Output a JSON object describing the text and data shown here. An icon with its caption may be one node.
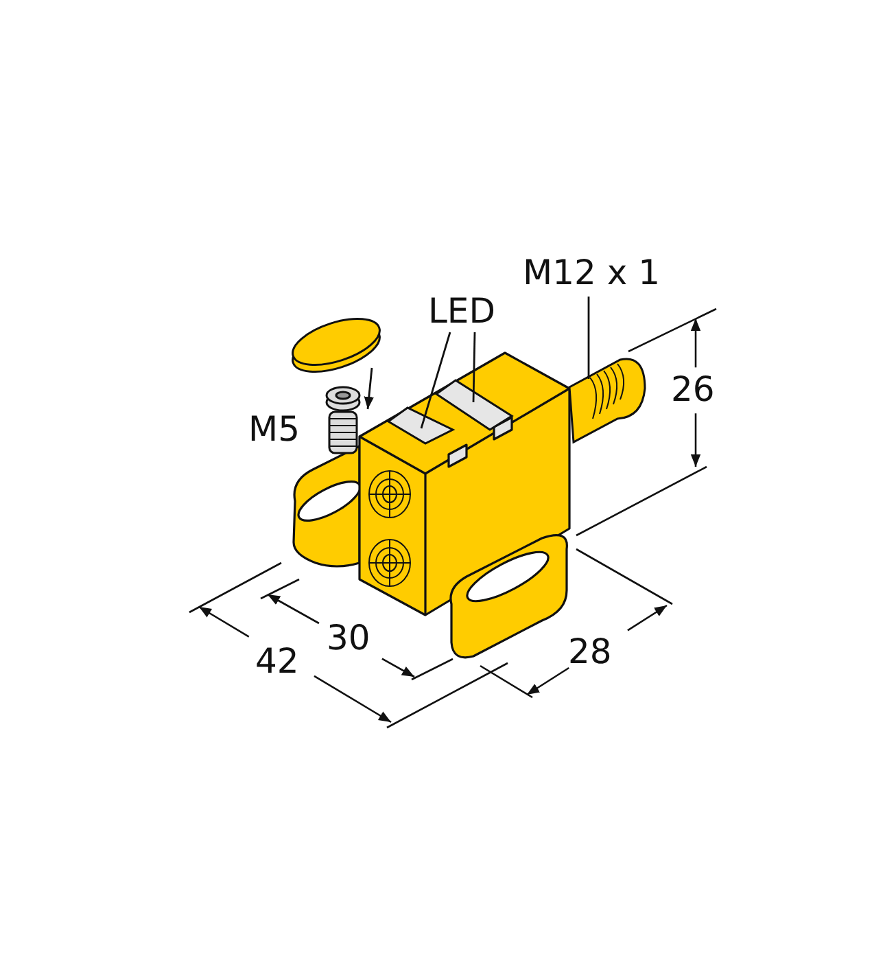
{
  "diagram": {
    "nodes": [
      {
        "text": [
          "LED"
        ]
      },
      {
        "text": [],
        "shape": "bar"
      },
      {
        "text": [],
        "shape": "bar"
      },
      {
        "text": [
          "M12 x 1"
        ]
      },
      {
        "text": [],
        "shape": "cylinder"
      },
      {
        "text": [],
        "shape": "circle"
      },
      {
        "text": [],
        "shape": "picture"
      }
    ],
    "edges": [
      {
        "from": 0,
        "to": 1,
        "arrow": "none"
      },
      {
        "from": 0,
        "to": 2,
        "arrow": "none"
      },
      {
        "from": 3,
        "to": 4,
        "arrow": "none"
      },
      {
        "from": 5,
        "to": 6,
        "arrow": "to"
      }
    ],
    "labels": [
      "M5",
      "26",
      "42",
      "30",
      "28"
    ]
  }
}
